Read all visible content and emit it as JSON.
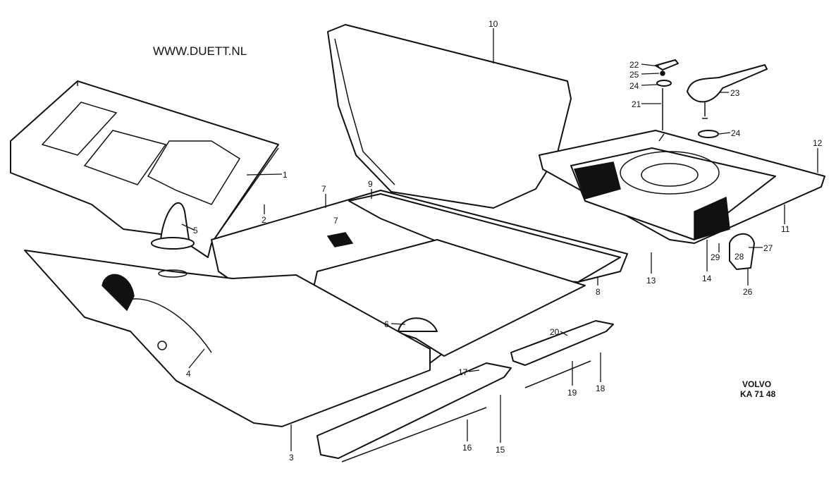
{
  "watermark": "WWW.DUETT.NL",
  "stamp": {
    "brand": "VOLVO",
    "code": "KA 71 48"
  },
  "part_numbers": {
    "p1": "1",
    "p2": "2",
    "p3": "3",
    "p4": "4",
    "p5": "5",
    "p6": "6",
    "p7": "7",
    "p7b": "7",
    "p8": "8",
    "p9": "9",
    "p10": "10",
    "p11": "11",
    "p12": "12",
    "p13": "13",
    "p14": "14",
    "p15": "15",
    "p16": "16",
    "p17": "17",
    "p18": "18",
    "p19": "19",
    "p20": "20",
    "p21": "21",
    "p22": "22",
    "p23": "23",
    "p24": "24",
    "p24b": "24",
    "p25": "25",
    "p26": "26",
    "p27": "27",
    "p28": "28",
    "p29": "29"
  }
}
